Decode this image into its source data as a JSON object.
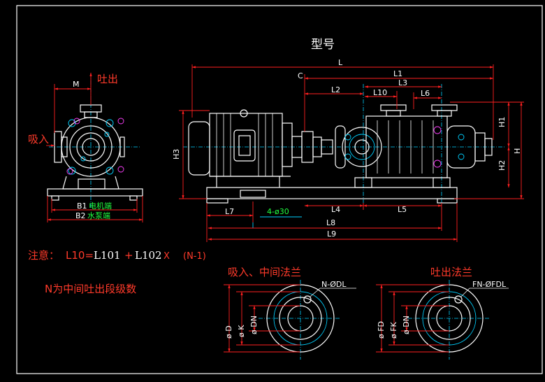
{
  "title": "型号",
  "colors": {
    "background": "#000000",
    "lines": "#ffffff",
    "dimensions": "#ff2020",
    "centerlines": "#00d0ff",
    "labels_cn": "#ff3a2a",
    "labels_green": "#20ff40",
    "accent": "#ff40ff"
  },
  "side_view": {
    "outlet_label": "吐出",
    "inlet_label": "吸入",
    "dim_m": "M",
    "dim_b1": "B1",
    "b1_note": "电机端",
    "dim_b2": "B2",
    "b2_note": "水泵端"
  },
  "front_view": {
    "dims": {
      "L": "L",
      "C": "C",
      "L1": "L1",
      "L2": "L2",
      "L3": "L3",
      "L10": "L10",
      "L6": "L6",
      "H1": "H1",
      "H2": "H2",
      "H": "H",
      "H3": "H3",
      "L7": "L7",
      "holes": "4-ø30",
      "L4": "L4",
      "L5": "L5",
      "L8": "L8",
      "L9": "L9"
    }
  },
  "notes": {
    "formula_prefix": "注意：",
    "formula_l10": "L10=",
    "formula_l101": "L101",
    "formula_plus": "+",
    "formula_l102": "L102",
    "formula_x": "X",
    "formula_n": "(N-1)",
    "n_meaning": "N为中间吐出段级数"
  },
  "flange_inlet": {
    "title": "吸入、中间法兰",
    "holes": "N-ØDL",
    "d_outer": "ø D",
    "d_bolt": "ø K",
    "d_nominal": "ø DN"
  },
  "flange_outlet": {
    "title": "吐出法兰",
    "holes": "FN-ØFDL",
    "d_outer": "ø FD",
    "d_bolt": "ø FK",
    "d_nominal": "ø DN"
  }
}
